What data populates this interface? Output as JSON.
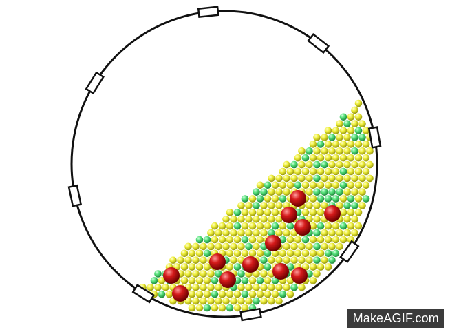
{
  "scene": {
    "subject": "ball-mill-simulation",
    "drum_lifters": 8,
    "colors": {
      "drum_stroke": "#111111",
      "small_ball": "#e6e62a",
      "green_ball": "#4fdc6f",
      "red_ball": "#c81414",
      "background": "#ffffff"
    }
  },
  "watermark": {
    "text": "MakeAGIF.com"
  }
}
